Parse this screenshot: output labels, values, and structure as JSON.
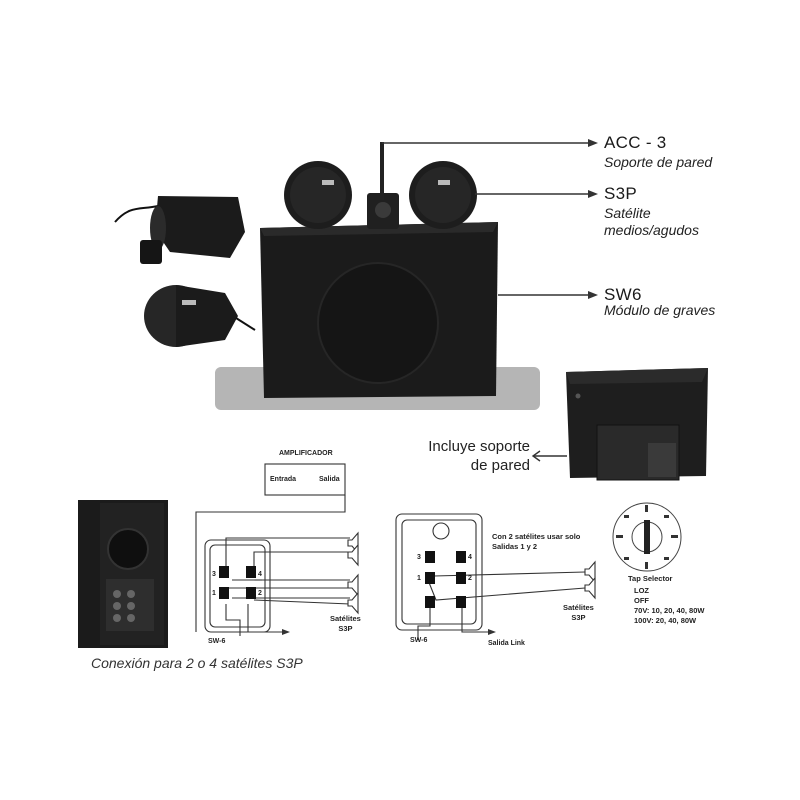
{
  "callouts": {
    "acc3": {
      "title": "ACC - 3",
      "subtitle": "Soporte de pared"
    },
    "s3p": {
      "title": "S3P",
      "subtitle_line1": "Satélite",
      "subtitle_line2": "medios/agudos"
    },
    "sw6": {
      "title": "SW6",
      "subtitle": "Módulo de graves"
    }
  },
  "wall_mount_note": {
    "line1": "Incluye soporte",
    "line2": "de pared"
  },
  "wiring_left": {
    "amp_title": "AMPLIFICADOR",
    "amp_in": "Entrada",
    "amp_out": "Salida",
    "terminals": [
      "3",
      "4",
      "1",
      "2"
    ],
    "unit_label": "SW-6",
    "sat_label_line1": "Satélites",
    "sat_label_line2": "S3P"
  },
  "wiring_right": {
    "note_line1": "Con 2 satélites usar solo",
    "note_line2": "Salidas 1 y 2",
    "terminals": [
      "3",
      "4",
      "1",
      "2"
    ],
    "unit_label": "SW-6",
    "link_label": "Salida Link",
    "sat_label_line1": "Satélites",
    "sat_label_line2": "S3P"
  },
  "tap_selector": {
    "title": "Tap Selector",
    "lines": [
      "LOZ",
      "OFF",
      "70V: 10, 20, 40, 80W",
      "100V: 20, 40, 80W"
    ]
  },
  "caption": "Conexión para 2 o 4 satélites S3P",
  "colors": {
    "speaker_body": "#1c1c1c",
    "shelf": "#b5b5b5",
    "line": "#333333"
  }
}
